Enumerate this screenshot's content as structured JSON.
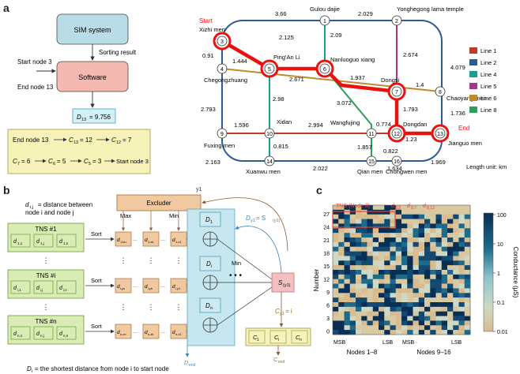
{
  "panels": {
    "a": "a",
    "b": "b",
    "c": "c"
  },
  "flow": {
    "sim": "SIM system",
    "sorting": "Sorting result",
    "start_in": "Start node 3",
    "software": "Software",
    "end_in": "End node 13",
    "result_var": "D",
    "result_sub": "13",
    "result_val": "= 9.756",
    "seq1": [
      "End node 13",
      "C",
      "13",
      "= 12",
      "C",
      "12",
      "= 7"
    ],
    "seq2": [
      "C",
      "7",
      "= 6",
      "C",
      "6",
      "= 5",
      "C",
      "5",
      "= 3",
      "Start node 3"
    ]
  },
  "map": {
    "start_label": "Start",
    "end_label": "End",
    "unit": "Length unit: km",
    "stations": [
      {
        "id": "1",
        "name": "Gulou dajie"
      },
      {
        "id": "2",
        "name": "Yonghegong lama temple"
      },
      {
        "id": "3",
        "name": "Xizhi men"
      },
      {
        "id": "4",
        "name": "Chegongzhuang"
      },
      {
        "id": "5",
        "name": "Ping'An Li"
      },
      {
        "id": "6",
        "name": "Nanluoguo xiang"
      },
      {
        "id": "7",
        "name": "Dongsi"
      },
      {
        "id": "8",
        "name": "Chaoyang men"
      },
      {
        "id": "9",
        "name": "Fuxing men"
      },
      {
        "id": "10",
        "name": "Xidan"
      },
      {
        "id": "11",
        "name": "Wangfujing"
      },
      {
        "id": "12",
        "name": "Dongdan"
      },
      {
        "id": "13",
        "name": "Jianguo men"
      },
      {
        "id": "14",
        "name": "Xuanwu men"
      },
      {
        "id": "15",
        "name": "Qian men"
      },
      {
        "id": "16",
        "name": "Chongwen men"
      }
    ],
    "distances": [
      "3.66",
      "2.029",
      "2.125",
      "2.09",
      "0.91",
      "1.444",
      "2.671",
      "1.937",
      "2.674",
      "4.079",
      "1.4",
      "2.793",
      "2.98",
      "3.072",
      "1.793",
      "1.736",
      "1.596",
      "2.994",
      "0.774",
      "1.23",
      "0.815",
      "1.857",
      "0.822",
      "2.163",
      "2.022",
      "1.634",
      "1.969"
    ],
    "legend": [
      {
        "name": "Line 1",
        "color": "#c0392b"
      },
      {
        "name": "Line 2",
        "color": "#2f5b93"
      },
      {
        "name": "Line 4",
        "color": "#1a9e8f"
      },
      {
        "name": "Line 5",
        "color": "#a4368e"
      },
      {
        "name": "Line 6",
        "color": "#c08a2b"
      },
      {
        "name": "Line 8",
        "color": "#2e9e5b"
      }
    ],
    "path_color": "#e8130f"
  },
  "arch": {
    "def_pre": "d",
    "def_sub": "i,j",
    "def_line1": "= distance between",
    "def_line2": "node i and node j",
    "excluder": "Excluder",
    "y1": "y1",
    "tns": [
      "TNS #1",
      "TNS #i",
      "TNS #n"
    ],
    "tns_cells": [
      [
        "d",
        "1,1",
        "d",
        "1,j",
        "d",
        "1,n"
      ],
      [
        "d",
        "i,1",
        "d",
        "i,j",
        "d",
        "i,n"
      ],
      [
        "d",
        "n,1",
        "d",
        "n,j",
        "d",
        "n,n"
      ]
    ],
    "sorted_cells": [
      [
        "d",
        "1,kn",
        "d",
        "1,xk",
        "d",
        "1,x1"
      ],
      [
        "d",
        "i,yn",
        "d",
        "i,yk",
        "d",
        "i,y1"
      ],
      [
        "d",
        "n,zn",
        "d",
        "n,zk",
        "d",
        "n,z1"
      ]
    ],
    "sort": "Sort",
    "max": "Max",
    "min": "Min",
    "D": [
      "D",
      "1",
      "D",
      "i",
      "D",
      "n"
    ],
    "dy1": "D",
    "dy1_rest": "= S",
    "s_label": "S",
    "min_mid": "Min",
    "cy1": "C",
    "cy1_rest": "= i",
    "c_cells": [
      "C",
      "1",
      "C",
      "i",
      "C",
      "n"
    ],
    "dend": "D",
    "cend": "C",
    "end_sub": "end",
    "footer": "= the shortest distance from node i to start node"
  },
  "heatmap": {
    "title_tns": "TNS (Node 8)",
    "d_labels": [
      "d",
      "8,2",
      "d",
      "8,7",
      "d",
      "8,13"
    ],
    "ylabel": "Number",
    "yticks": [
      "27",
      "24",
      "21",
      "18",
      "15",
      "12",
      "9",
      "6",
      "3",
      "0"
    ],
    "xgroups": [
      "Nodes 1–8",
      "Nodes 9–16"
    ],
    "xticks": [
      "MSB",
      "LSB",
      "MSB",
      "LSB"
    ],
    "colorbar_label": "Conductance (μS)",
    "colorbar_ticks": [
      "100",
      "10",
      "1",
      "0.1",
      "0.01"
    ]
  }
}
